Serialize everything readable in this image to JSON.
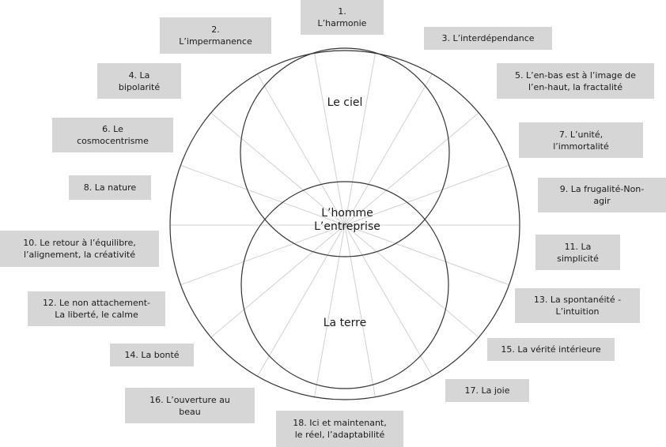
{
  "diagram": {
    "sky_label": "Le ciel",
    "center_label": "L’homme\nL’entreprise",
    "earth_label": "La terre",
    "principles": [
      "1.\nL’harmonie",
      "2.\nL’impermanence",
      "3. L’interdépendance",
      "4. La\nbipolarité",
      "5. L’en-bas est à l’image de\nl’en-haut, la fractalité",
      "6. Le\ncosmocentrisme",
      "7. L’unité,\nl’immortalité",
      "8. La nature",
      "9. La frugalité-Non-\nagir",
      "10. Le retour à l’équilibre,\nl’alignement, la créativité",
      "11. La\nsimplicité",
      "12. Le non attachement-\nLa liberté, le calme",
      "13. La spontanéité -\nL’intuition",
      "14. La bonté",
      "15. La vérité intérieure",
      "16. L’ouverture au\nbeau",
      "17. La  joie",
      "18. Ici et maintenant,\nle réel, l’adaptabilité"
    ]
  }
}
